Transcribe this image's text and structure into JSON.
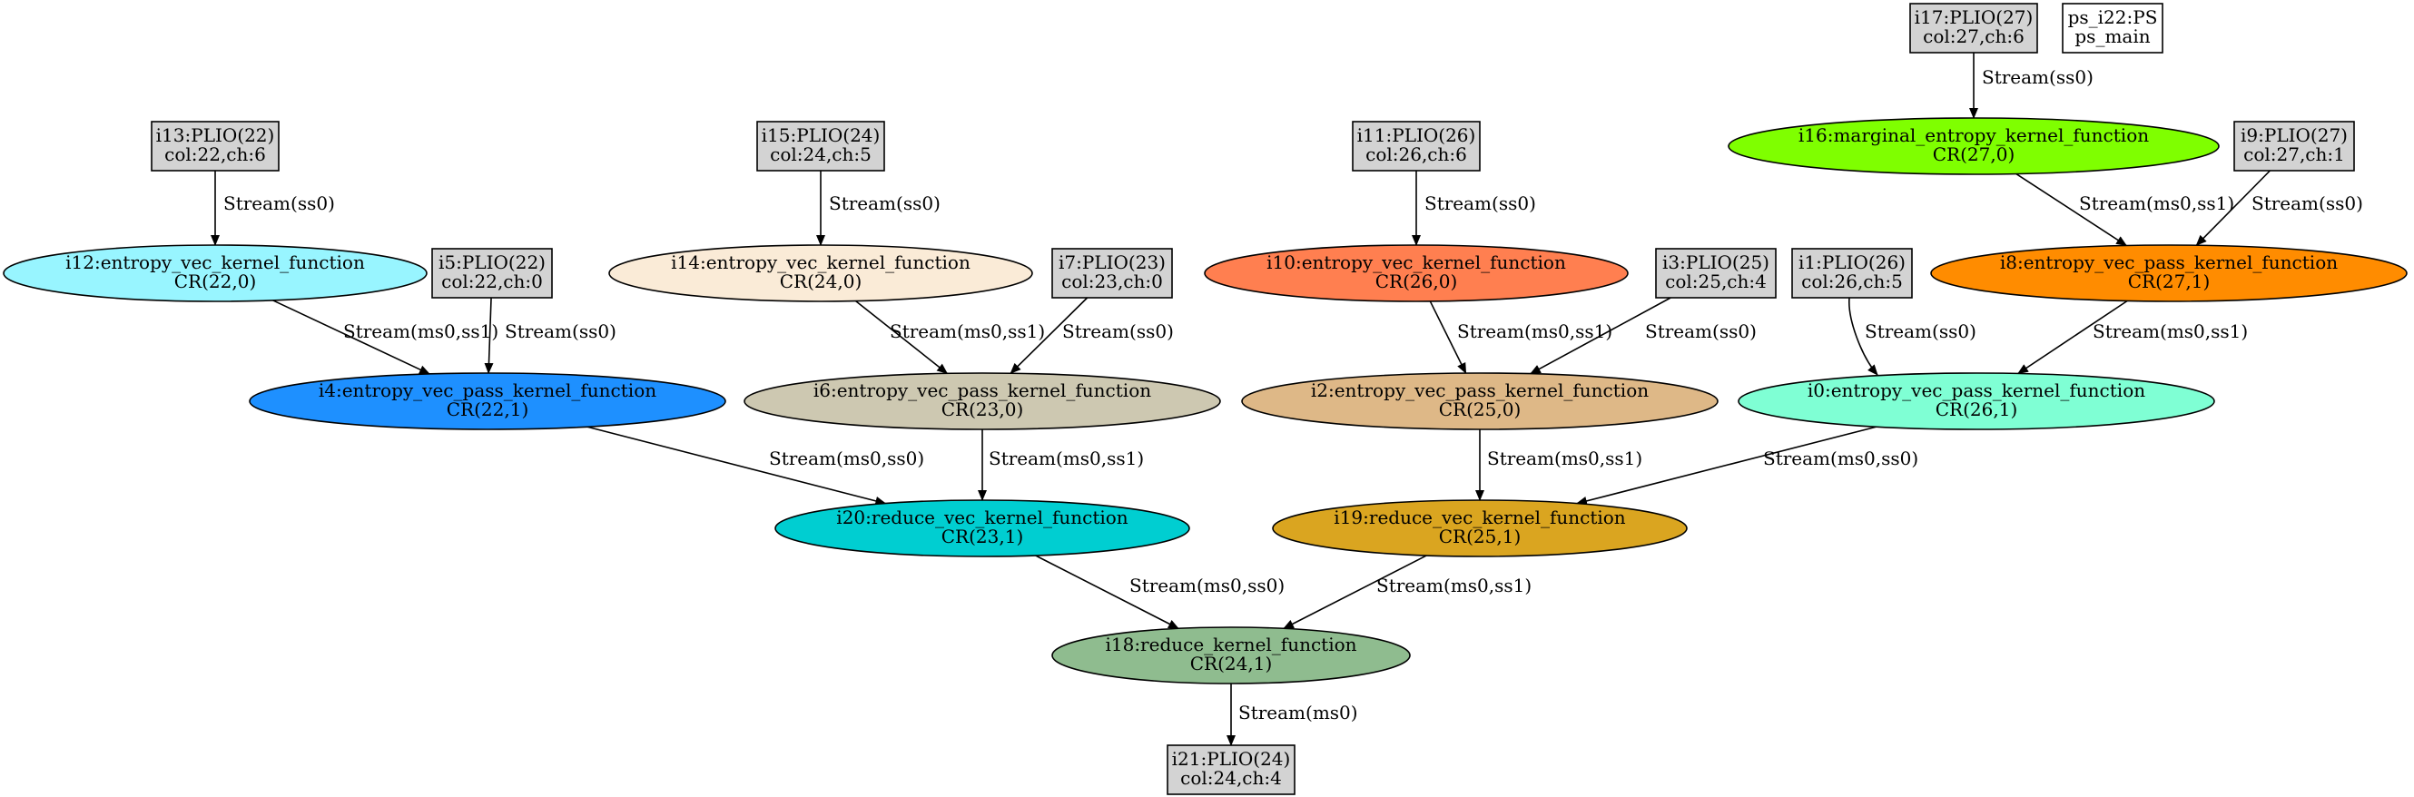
{
  "nodes": [
    {
      "id": "i17",
      "shape": "box",
      "fill": "#d3d3d3",
      "lines": [
        "i17:PLIO(27)",
        "col:27,ch:6"
      ]
    },
    {
      "id": "ps_i22",
      "shape": "box",
      "fill": "#ffffff",
      "lines": [
        "ps_i22:PS",
        "ps_main"
      ]
    },
    {
      "id": "i13",
      "shape": "box",
      "fill": "#d3d3d3",
      "lines": [
        "i13:PLIO(22)",
        "col:22,ch:6"
      ]
    },
    {
      "id": "i15",
      "shape": "box",
      "fill": "#d3d3d3",
      "lines": [
        "i15:PLIO(24)",
        "col:24,ch:5"
      ]
    },
    {
      "id": "i11",
      "shape": "box",
      "fill": "#d3d3d3",
      "lines": [
        "i11:PLIO(26)",
        "col:26,ch:6"
      ]
    },
    {
      "id": "i16",
      "shape": "ellipse",
      "fill": "#7fff00",
      "lines": [
        "i16:marginal_entropy_kernel_function",
        "CR(27,0)"
      ]
    },
    {
      "id": "i9",
      "shape": "box",
      "fill": "#d3d3d3",
      "lines": [
        "i9:PLIO(27)",
        "col:27,ch:1"
      ]
    },
    {
      "id": "i12",
      "shape": "ellipse",
      "fill": "#98f5ff",
      "lines": [
        "i12:entropy_vec_kernel_function",
        "CR(22,0)"
      ]
    },
    {
      "id": "i5",
      "shape": "box",
      "fill": "#d3d3d3",
      "lines": [
        "i5:PLIO(22)",
        "col:22,ch:0"
      ]
    },
    {
      "id": "i14",
      "shape": "ellipse",
      "fill": "#faebd7",
      "lines": [
        "i14:entropy_vec_kernel_function",
        "CR(24,0)"
      ]
    },
    {
      "id": "i7",
      "shape": "box",
      "fill": "#d3d3d3",
      "lines": [
        "i7:PLIO(23)",
        "col:23,ch:0"
      ]
    },
    {
      "id": "i10",
      "shape": "ellipse",
      "fill": "#ff7f50",
      "lines": [
        "i10:entropy_vec_kernel_function",
        "CR(26,0)"
      ]
    },
    {
      "id": "i3",
      "shape": "box",
      "fill": "#d3d3d3",
      "lines": [
        "i3:PLIO(25)",
        "col:25,ch:4"
      ]
    },
    {
      "id": "i1",
      "shape": "box",
      "fill": "#d3d3d3",
      "lines": [
        "i1:PLIO(26)",
        "col:26,ch:5"
      ]
    },
    {
      "id": "i8",
      "shape": "ellipse",
      "fill": "#ff8c00",
      "lines": [
        "i8:entropy_vec_pass_kernel_function",
        "CR(27,1)"
      ]
    },
    {
      "id": "i4",
      "shape": "ellipse",
      "fill": "#1e90ff",
      "lines": [
        "i4:entropy_vec_pass_kernel_function",
        "CR(22,1)"
      ]
    },
    {
      "id": "i6",
      "shape": "ellipse",
      "fill": "#cdc8b1",
      "lines": [
        "i6:entropy_vec_pass_kernel_function",
        "CR(23,0)"
      ]
    },
    {
      "id": "i2",
      "shape": "ellipse",
      "fill": "#deb887",
      "lines": [
        "i2:entropy_vec_pass_kernel_function",
        "CR(25,0)"
      ]
    },
    {
      "id": "i0",
      "shape": "ellipse",
      "fill": "#7fffd4",
      "lines": [
        "i0:entropy_vec_pass_kernel_function",
        "CR(26,1)"
      ]
    },
    {
      "id": "i20",
      "shape": "ellipse",
      "fill": "#00ced1",
      "lines": [
        "i20:reduce_vec_kernel_function",
        "CR(23,1)"
      ]
    },
    {
      "id": "i19",
      "shape": "ellipse",
      "fill": "#daa520",
      "lines": [
        "i19:reduce_vec_kernel_function",
        "CR(25,1)"
      ]
    },
    {
      "id": "i18",
      "shape": "ellipse",
      "fill": "#8fbc8f",
      "lines": [
        "i18:reduce_kernel_function",
        "CR(24,1)"
      ]
    },
    {
      "id": "i21",
      "shape": "box",
      "fill": "#d3d3d3",
      "lines": [
        "i21:PLIO(24)",
        "col:24,ch:4"
      ]
    }
  ],
  "edges": [
    {
      "from": "i17",
      "to": "i16",
      "label": "Stream(ss0)"
    },
    {
      "from": "i13",
      "to": "i12",
      "label": "Stream(ss0)"
    },
    {
      "from": "i15",
      "to": "i14",
      "label": "Stream(ss0)"
    },
    {
      "from": "i11",
      "to": "i10",
      "label": "Stream(ss0)"
    },
    {
      "from": "i16",
      "to": "i8",
      "label": "Stream(ms0,ss1)"
    },
    {
      "from": "i9",
      "to": "i8",
      "label": "Stream(ss0)"
    },
    {
      "from": "i12",
      "to": "i4",
      "label": "Stream(ms0,ss1)"
    },
    {
      "from": "i5",
      "to": "i4",
      "label": "Stream(ss0)"
    },
    {
      "from": "i14",
      "to": "i6",
      "label": "Stream(ms0,ss1)"
    },
    {
      "from": "i7",
      "to": "i6",
      "label": "Stream(ss0)"
    },
    {
      "from": "i10",
      "to": "i2",
      "label": "Stream(ms0,ss1)"
    },
    {
      "from": "i3",
      "to": "i2",
      "label": "Stream(ss0)"
    },
    {
      "from": "i1",
      "to": "i0",
      "label": "Stream(ss0)"
    },
    {
      "from": "i8",
      "to": "i0",
      "label": "Stream(ms0,ss1)"
    },
    {
      "from": "i4",
      "to": "i20",
      "label": "Stream(ms0,ss0)"
    },
    {
      "from": "i6",
      "to": "i20",
      "label": "Stream(ms0,ss1)"
    },
    {
      "from": "i2",
      "to": "i19",
      "label": "Stream(ms0,ss1)"
    },
    {
      "from": "i0",
      "to": "i19",
      "label": "Stream(ms0,ss0)"
    },
    {
      "from": "i20",
      "to": "i18",
      "label": "Stream(ms0,ss0)"
    },
    {
      "from": "i19",
      "to": "i18",
      "label": "Stream(ms0,ss1)"
    },
    {
      "from": "i18",
      "to": "i21",
      "label": "Stream(ms0)"
    }
  ]
}
